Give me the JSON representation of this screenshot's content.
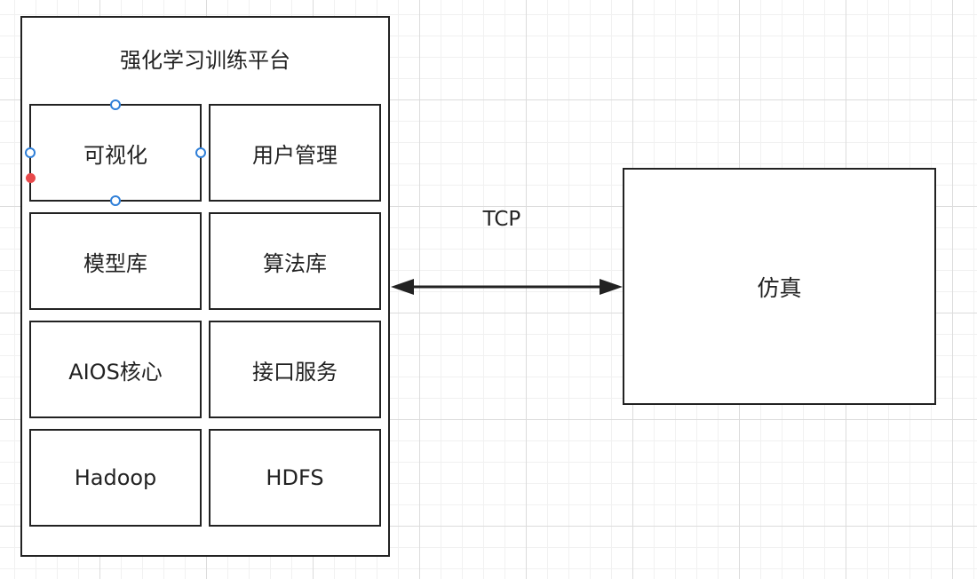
{
  "platform": {
    "title": "强化学习训练平台",
    "modules": [
      "可视化",
      "用户管理",
      "模型库",
      "算法库",
      "AIOS核心",
      "接口服务",
      "Hadoop",
      "HDFS"
    ]
  },
  "connection": {
    "label": "TCP"
  },
  "simulation": {
    "label": "仿真"
  },
  "colors": {
    "stroke": "#222222",
    "grid": "#dcdcdc",
    "selection_handle": "#2f7fd8",
    "connection_point": "#e8494b"
  }
}
